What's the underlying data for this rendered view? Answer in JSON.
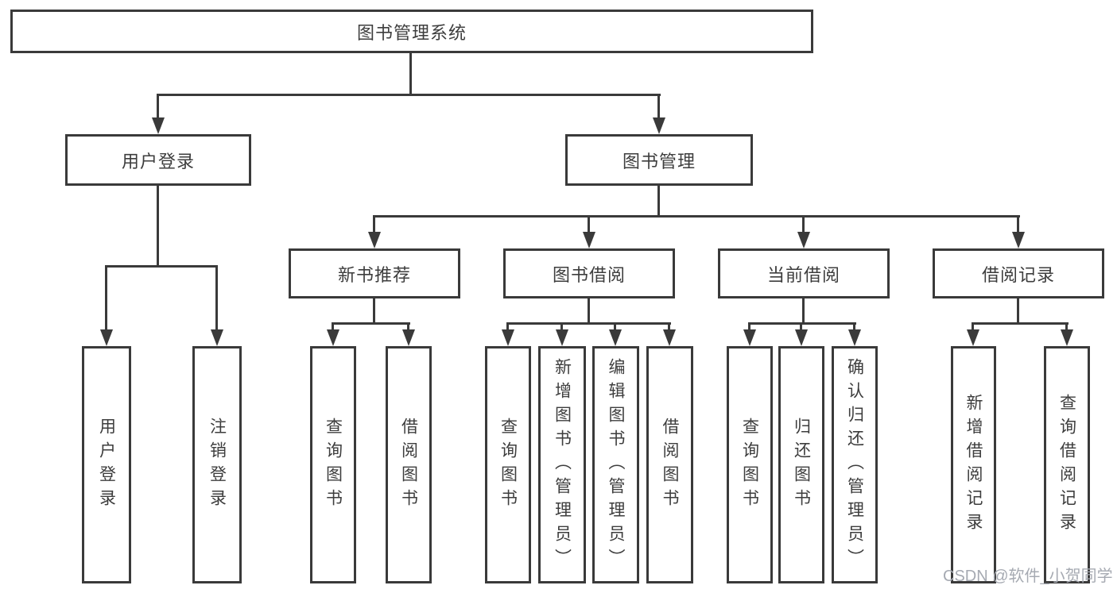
{
  "diagram": {
    "root": {
      "label": "图书管理系统"
    },
    "branches": [
      {
        "label": "用户登录",
        "children": [
          {
            "label": "用户登录"
          },
          {
            "label": "注销登录"
          }
        ]
      },
      {
        "label": "图书管理",
        "children": [
          {
            "label": "新书推荐",
            "children": [
              {
                "label": "查询图书"
              },
              {
                "label": "借阅图书"
              }
            ]
          },
          {
            "label": "图书借阅",
            "children": [
              {
                "label": "查询图书"
              },
              {
                "label": "新增图书（管理员）"
              },
              {
                "label": "编辑图书（管理员）"
              },
              {
                "label": "借阅图书"
              }
            ]
          },
          {
            "label": "当前借阅",
            "children": [
              {
                "label": "查询图书"
              },
              {
                "label": "归还图书"
              },
              {
                "label": "确认归还（管理员）"
              }
            ]
          },
          {
            "label": "借阅记录",
            "children": [
              {
                "label": "新增借阅记录"
              },
              {
                "label": "查询借阅记录"
              }
            ]
          }
        ]
      }
    ]
  },
  "watermark": {
    "text": "CSDN @软件_小贺同学"
  },
  "colors": {
    "line": "#3a3a3a",
    "text": "#3d3d3d",
    "watermark": "#a6aab2",
    "background": "#ffffff"
  }
}
